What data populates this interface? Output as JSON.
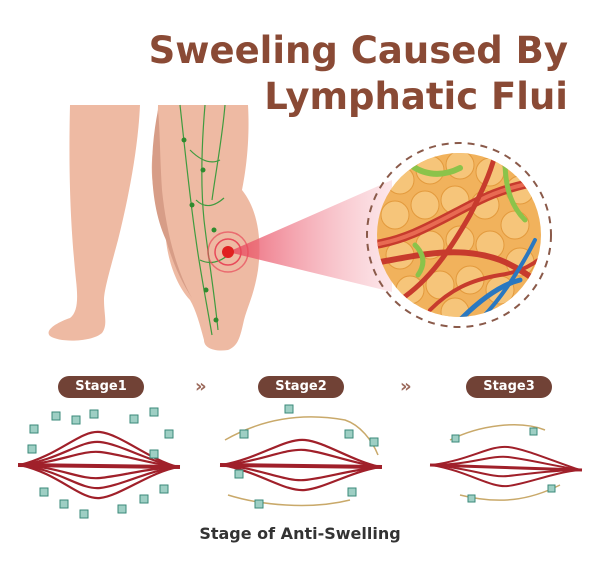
{
  "title": {
    "line1": "Sweeling Caused By",
    "line2": "Lymphatic Flui"
  },
  "stages": [
    {
      "label": "Stage1"
    },
    {
      "label": "Stage2"
    },
    {
      "label": "Stage3"
    }
  ],
  "arrow_glyph": "»",
  "caption": "Stage of Anti-Swelling",
  "colors": {
    "title": "#8a4a35",
    "pill": "#714236",
    "skin": "#eebaa3",
    "muscle": "#b3242d",
    "lymph": "#5aa84a",
    "target": "#e02020"
  }
}
